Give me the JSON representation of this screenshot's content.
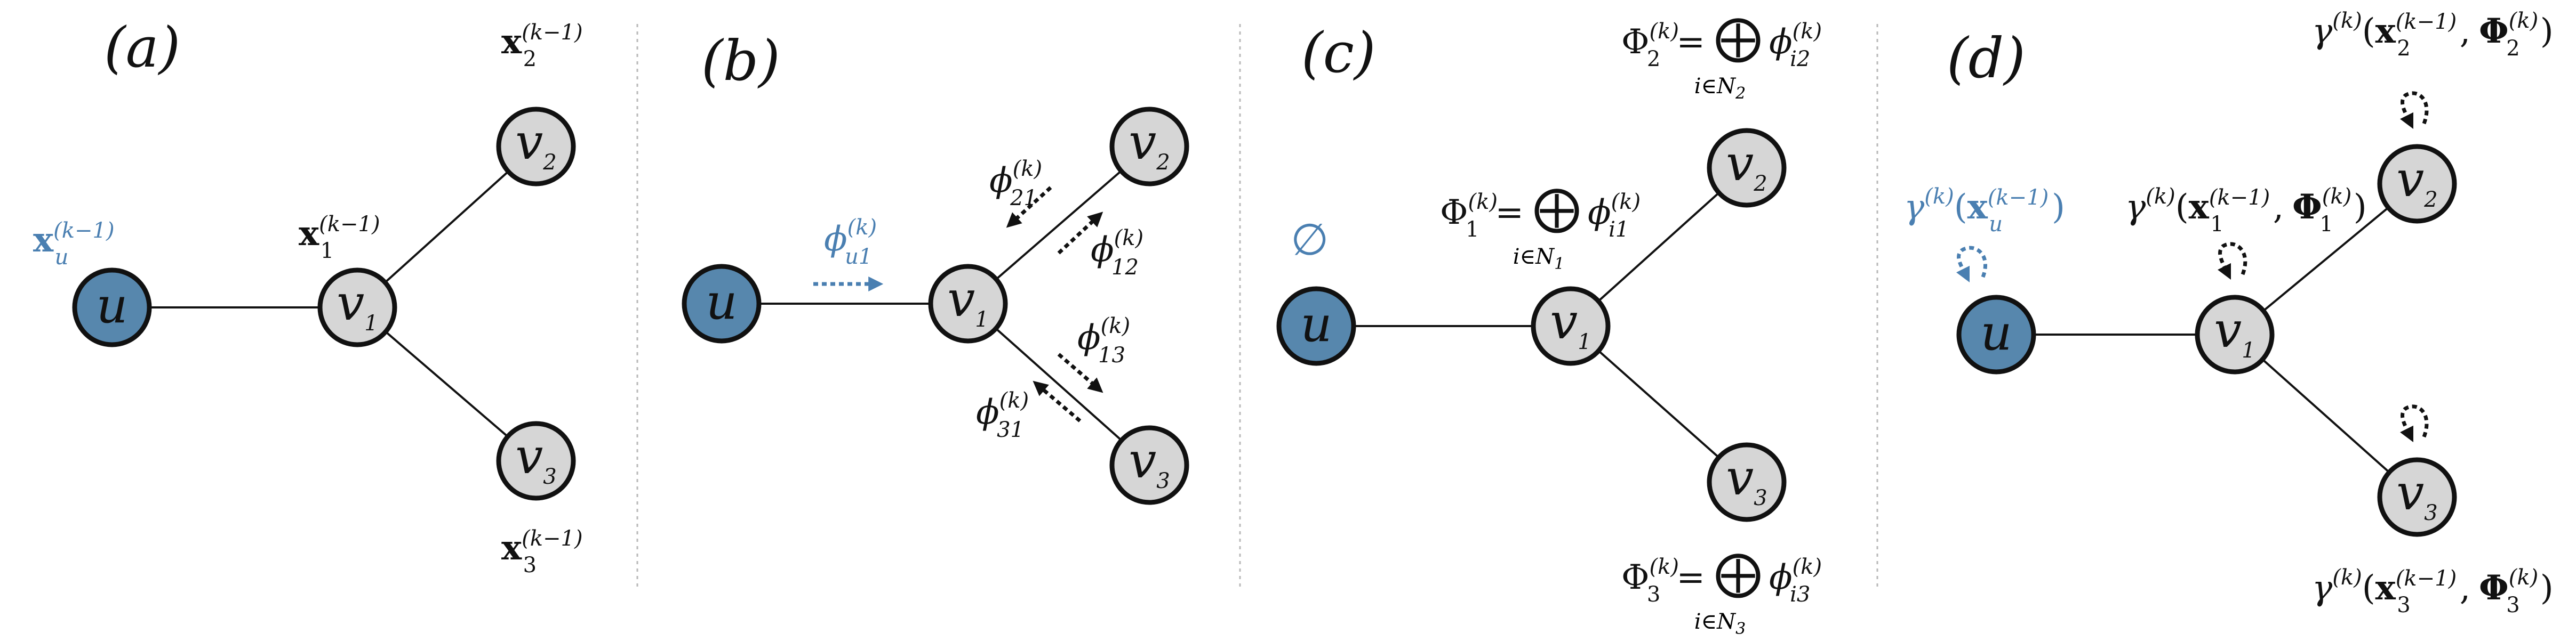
{
  "colors": {
    "blue_node": "#5787ad",
    "gray_node": "#d6d6d6",
    "blue_text": "#4a7fb1",
    "ink": "#111111"
  },
  "panels": [
    {
      "label": "(a)"
    },
    {
      "label": "(b)"
    },
    {
      "label": "(c)"
    },
    {
      "label": "(d)"
    }
  ],
  "nodes": {
    "u": {
      "base": "u"
    },
    "v1": {
      "base": "v",
      "sub": "1"
    },
    "v2": {
      "base": "v",
      "sub": "2"
    },
    "v3": {
      "base": "v",
      "sub": "3"
    }
  },
  "notation": {
    "x": "x",
    "k_prev": "(k−1)",
    "k": "(k)",
    "phi": "ϕ",
    "Phi": "Φ",
    "gamma": "γ",
    "equals": "=",
    "oplus": "⨁",
    "comma": ",",
    "lparen": "(",
    "rparen": ")",
    "empty_set": "∅"
  },
  "subscripts": {
    "u": "u",
    "one": "1",
    "two": "2",
    "three": "3",
    "u1": "u1",
    "s21": "21",
    "s12": "12",
    "s13": "13",
    "s31": "31",
    "i1": "i1",
    "i2": "i2",
    "i3": "i3",
    "sum_N1": "i∈N",
    "sum_N1_sub": "1",
    "sum_N2": "i∈N",
    "sum_N2_sub": "2",
    "sum_N3": "i∈N",
    "sum_N3_sub": "3"
  }
}
